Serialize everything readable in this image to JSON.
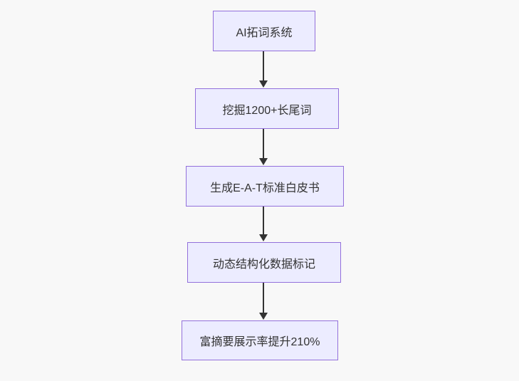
{
  "diagram": {
    "type": "flowchart",
    "direction": "top-down",
    "nodes": [
      {
        "id": "A",
        "label": "AI拓词系统"
      },
      {
        "id": "B",
        "label": "挖掘1200+长尾词"
      },
      {
        "id": "C",
        "label": "生成E-A-T标准白皮书"
      },
      {
        "id": "D",
        "label": "动态结构化数据标记"
      },
      {
        "id": "E",
        "label": "富摘要展示率提升210%"
      }
    ],
    "edges": [
      {
        "from": "A",
        "to": "B",
        "style": "arrow-down"
      },
      {
        "from": "B",
        "to": "C",
        "style": "arrow-down"
      },
      {
        "from": "C",
        "to": "D",
        "style": "arrow-down"
      },
      {
        "from": "D",
        "to": "E",
        "style": "arrow-down"
      }
    ],
    "colors": {
      "node_fill": "#ECECFF",
      "node_border": "#9370DB",
      "node_text": "#333333",
      "arrow": "#333333",
      "background": "#f8f8f8"
    }
  }
}
